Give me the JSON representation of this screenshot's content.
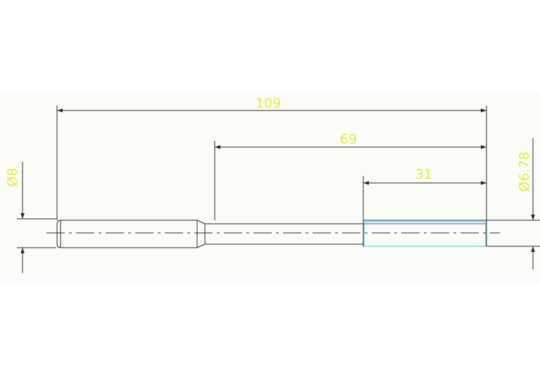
{
  "colors": {
    "paper": "#ffffff",
    "field": "#fbfcf7",
    "line": "#2b2b2b",
    "dim_text": "#e8e84a",
    "thread_outline": "#3fd0e0",
    "thread_inner": "#4b4bd0"
  },
  "dimensions": {
    "overall_length": "109",
    "middle_length": "69",
    "thread_length": "31",
    "left_diameter": "Ø8",
    "right_diameter": "Ø6.78"
  }
}
